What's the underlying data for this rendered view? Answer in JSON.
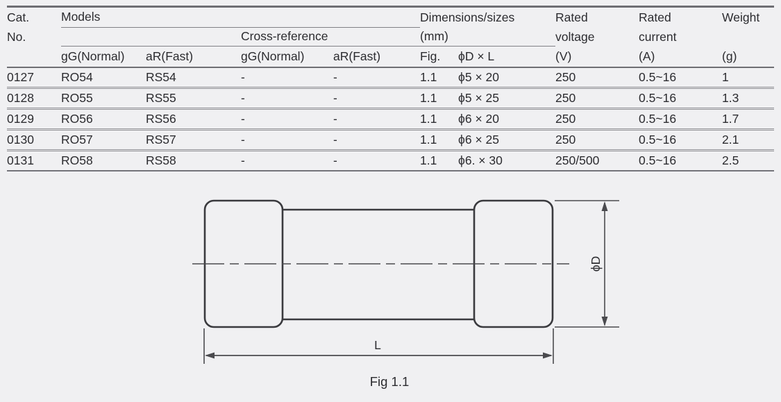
{
  "colors": {
    "background": "#f0f0f2",
    "text": "#2c2c30",
    "table_line_light": "#8d8d92",
    "table_line_heavy": "#6e6e73",
    "diagram_outline": "#3a3a3e",
    "dimension_line": "#4a4a4e"
  },
  "table": {
    "header": {
      "cat": "Cat.",
      "no": "No.",
      "models": "Models",
      "cross_reference": "Cross-reference",
      "dimensions_line1": "Dimensions/sizes",
      "dimensions_line2": "(mm)",
      "rated_voltage_line1": "Rated",
      "rated_voltage_line2": "voltage",
      "rated_voltage_line3": "(V)",
      "rated_current_line1": "Rated",
      "rated_current_line2": "current",
      "rated_current_line3": "(A)",
      "weight_line1": "Weight",
      "weight_line3": "(g)",
      "sub_gg_normal_models": "gG(Normal)",
      "sub_ar_fast_models": "aR(Fast)",
      "sub_gg_normal_cross": "gG(Normal)",
      "sub_ar_fast_cross": "aR(Fast)",
      "sub_fig": "Fig.",
      "sub_d_x_l": "ϕD × L"
    },
    "rows": [
      [
        "0127",
        "RO54",
        "RS54",
        "-",
        "-",
        "1.1",
        "ϕ5 × 20",
        "250",
        "0.5~16",
        "1"
      ],
      [
        "0128",
        "RO55",
        "RS55",
        "-",
        "-",
        "1.1",
        "ϕ5 × 25",
        "250",
        "0.5~16",
        "1.3"
      ],
      [
        "0129",
        "RO56",
        "RS56",
        "-",
        "-",
        "1.1",
        "ϕ6 × 20",
        "250",
        "0.5~16",
        "1.7"
      ],
      [
        "0130",
        "RO57",
        "RS57",
        "-",
        "-",
        "1.1",
        "ϕ6 × 25",
        "250",
        "0.5~16",
        "2.1"
      ],
      [
        "0131",
        "RO58",
        "RS58",
        "-",
        "-",
        "1.1",
        "ϕ6. × 30",
        "250/500",
        "0.5~16",
        "2.5"
      ]
    ]
  },
  "diagram": {
    "diameter_label": "ϕD",
    "length_label": "L",
    "caption": "Fig 1.1"
  }
}
